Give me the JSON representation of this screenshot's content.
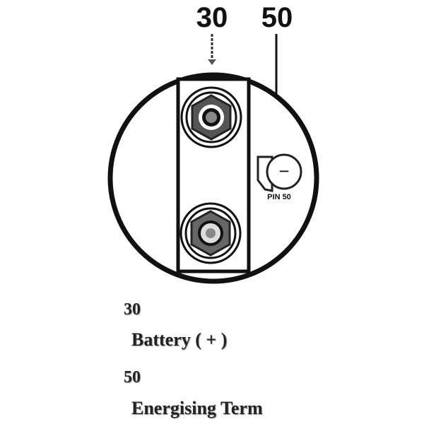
{
  "diagram": {
    "top_labels": [
      "30",
      "50"
    ],
    "pin_label": "PIN 50",
    "pin_symbol": "−"
  },
  "legend": [
    {
      "terminal": "30",
      "description": "Battery ( + )"
    },
    {
      "terminal": "50",
      "description": "Energising Term"
    }
  ]
}
